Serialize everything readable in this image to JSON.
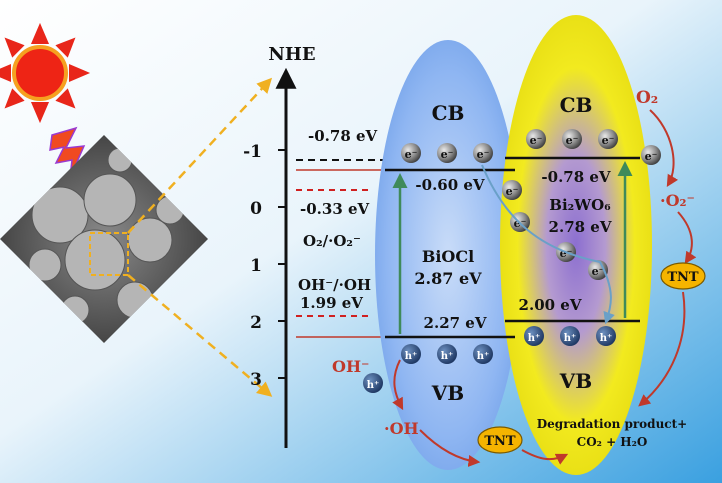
{
  "axis": {
    "title": "NHE",
    "ticks": [
      "-1",
      "0",
      "1",
      "2",
      "3"
    ]
  },
  "potentials": {
    "bi2wo6_cb_dashed": "-0.78 eV",
    "o2_couple_value": "-0.33 eV",
    "o2_couple": "O₂/·O₂⁻",
    "oh_couple": "OH⁻/·OH",
    "oh_couple_value": "1.99 eV"
  },
  "bioci": {
    "cb": "CB",
    "vb": "VB",
    "name": "BiOCl",
    "gap": "2.87 eV",
    "cb_edge": "-0.60 eV",
    "vb_edge": "2.27 eV"
  },
  "bi2wo6": {
    "cb": "CB",
    "vb": "VB",
    "name": "Bi₂WO₆",
    "gap": "2.78 eV",
    "cb_edge": "-0.78 eV",
    "vb_edge": "2.00 eV"
  },
  "carriers": {
    "electron": "e⁻",
    "hole": "h⁺"
  },
  "species": {
    "o2": "O₂",
    "superoxide": "·O₂⁻",
    "tnt": "TNT",
    "oh_minus": "OH⁻",
    "oh_radical": "·OH",
    "product_line1": "Degradation product+",
    "product_line2": "CO₂ + H₂O"
  },
  "colors": {
    "bioci_ellipse": "#8fb6f2",
    "bi2wo6_ellipse": "#f2ea1f",
    "bi2wo6_core": "#9b78c8",
    "accent_red": "#c0392b",
    "dash_yellow": "#f0b020",
    "green_arrow": "#3f8a5a",
    "tnt_fill": "#f5b400"
  },
  "icons": [
    "sun-icon",
    "lightning-icon",
    "sem-micrograph"
  ]
}
